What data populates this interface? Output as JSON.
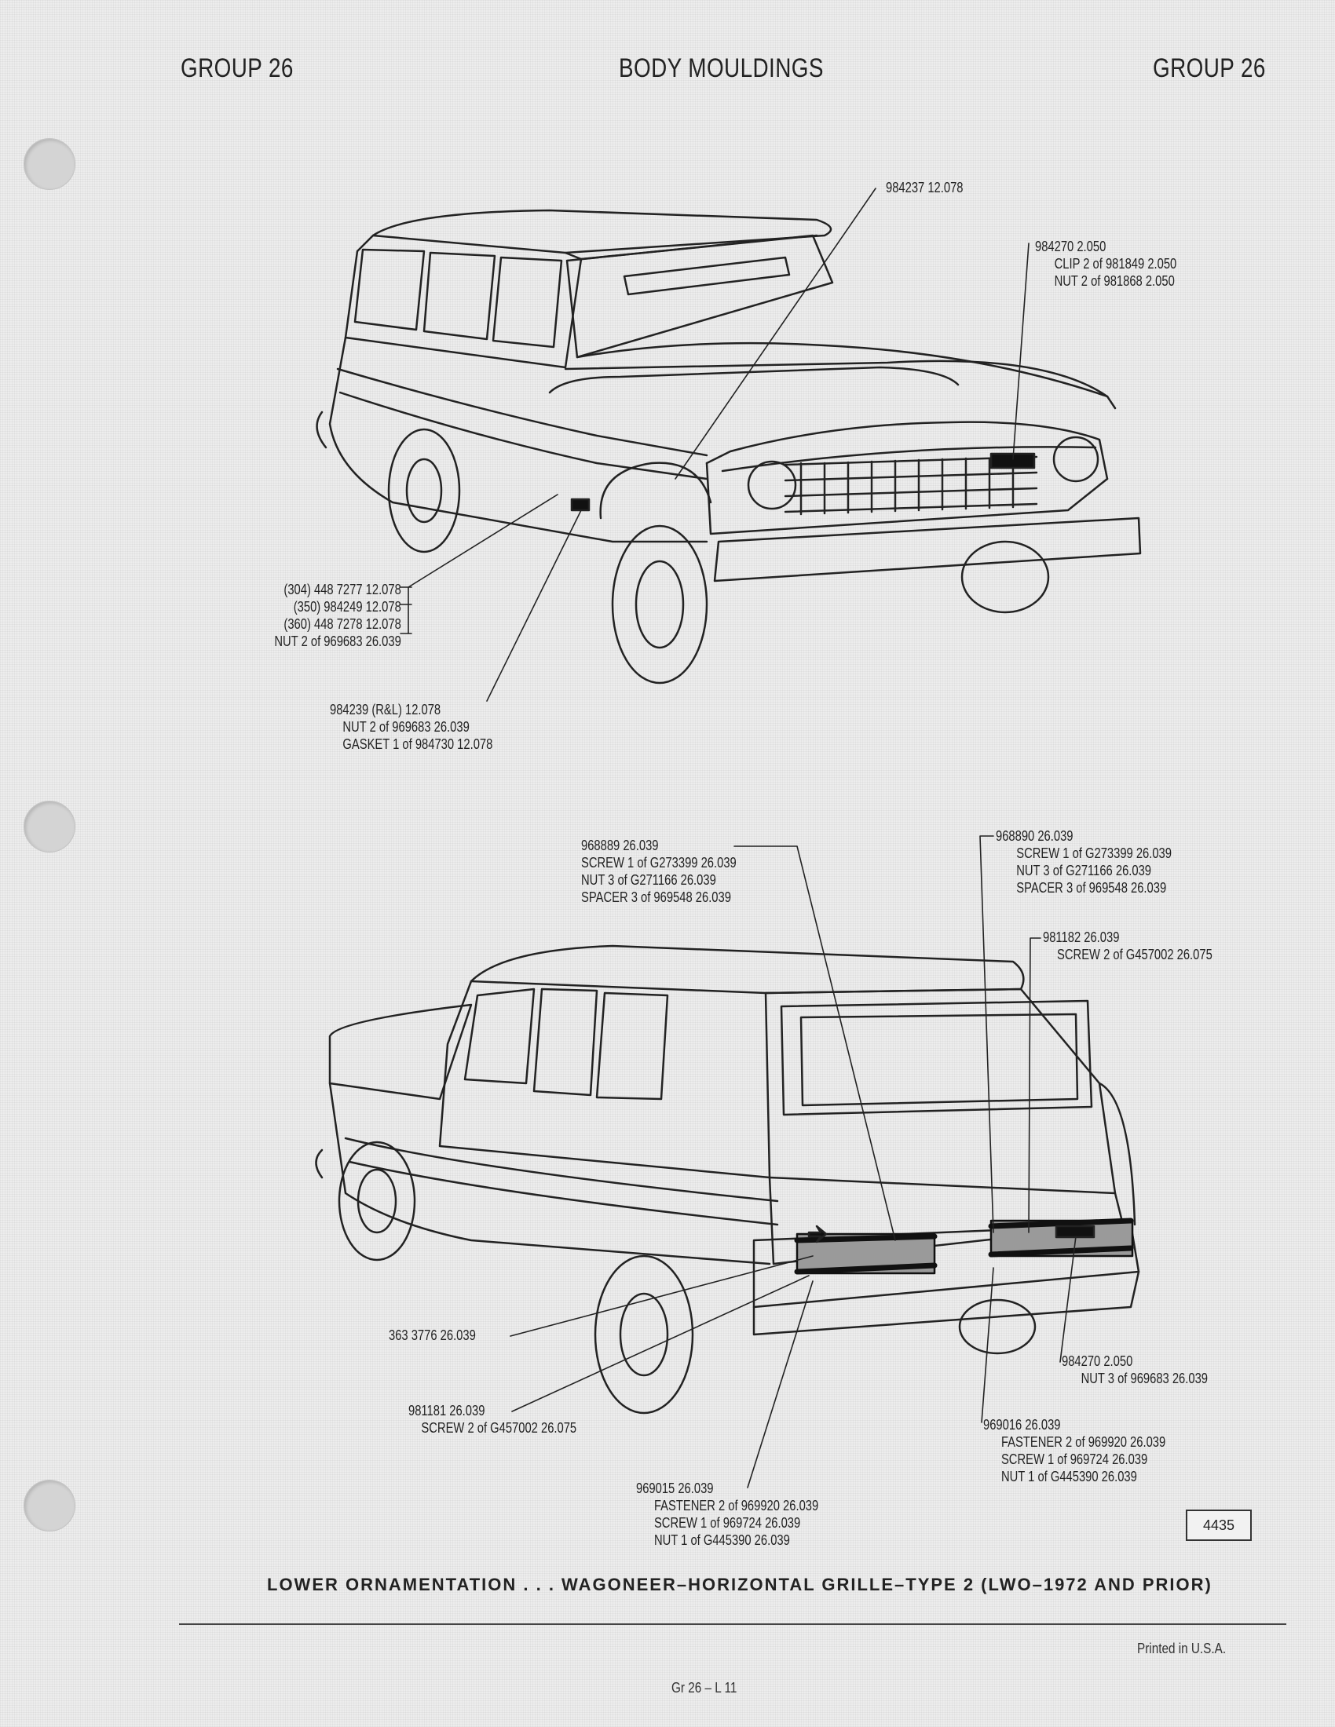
{
  "header": {
    "left": "GROUP 26",
    "center": "BODY MOULDINGS",
    "right": "GROUP 26"
  },
  "figure_top": {
    "callouts": [
      [
        "984237 12.078"
      ],
      [
        "984270 2.050",
        "CLIP 2 of 981849 2.050",
        "NUT 2 of 981868 2.050"
      ],
      [
        "(304) 448 7277 12.078",
        "(350) 984249 12.078",
        "(360) 448 7278 12.078",
        "NUT 2 of 969683 26.039"
      ],
      [
        "984239 (R&L) 12.078",
        "NUT 2 of 969683 26.039",
        "GASKET 1 of 984730 12.078"
      ]
    ]
  },
  "figure_bottom": {
    "callouts": [
      [
        "968889 26.039",
        "SCREW 1 of G273399 26.039",
        "NUT 3 of G271166 26.039",
        "SPACER 3 of 969548 26.039"
      ],
      [
        "968890 26.039",
        "SCREW 1 of G273399 26.039",
        "NUT 3 of G271166 26.039",
        "SPACER 3 of 969548 26.039"
      ],
      [
        "981182 26.039",
        "SCREW 2 of G457002 26.075"
      ],
      [
        "363 3776 26.039"
      ],
      [
        "984270 2.050",
        "NUT 3 of 969683 26.039"
      ],
      [
        "981181 26.039",
        "SCREW 2 of G457002 26.075"
      ],
      [
        "969016 26.039",
        "FASTENER 2 of 969920 26.039",
        "SCREW 1 of 969724 26.039",
        "NUT 1 of G445390 26.039"
      ],
      [
        "969015 26.039",
        "FASTENER 2 of 969920 26.039",
        "SCREW 1 of 969724 26.039",
        "NUT 1 of G445390 26.039"
      ]
    ]
  },
  "figure_number": "4435",
  "caption": "LOWER ORNAMENTATION . . . WAGONEER–HORIZONTAL GRILLE–TYPE 2 (LWO–1972 AND PRIOR)",
  "footer": {
    "printed": "Printed in U.S.A.",
    "page": "Gr 26 – L 11"
  }
}
